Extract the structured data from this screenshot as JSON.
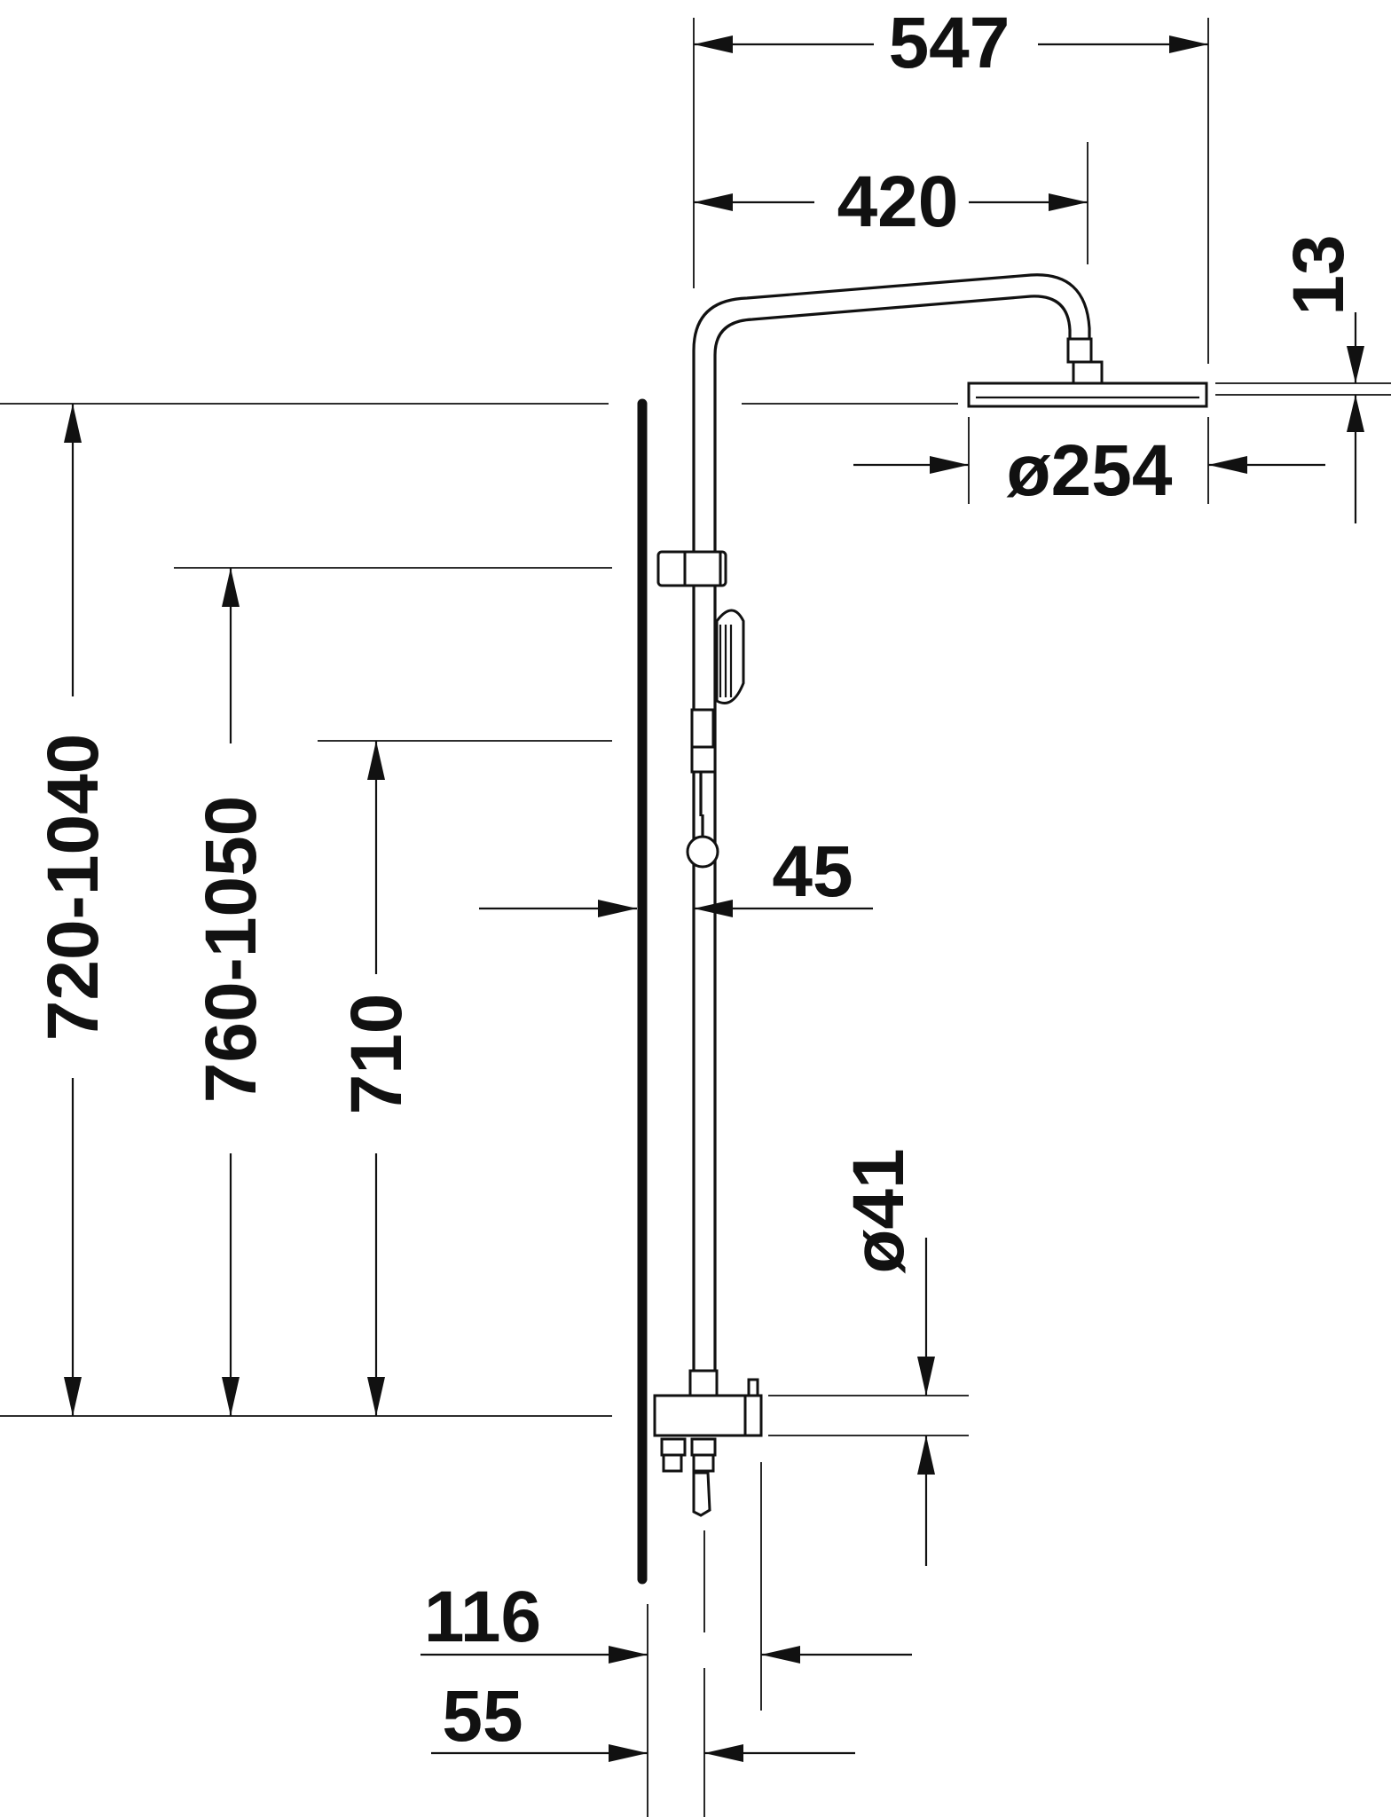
{
  "dimensions": {
    "total_projection": "547",
    "arm_reach": "420",
    "head_thickness": "13",
    "head_diameter": "ø254",
    "range_outer": "720-1040",
    "range_inner": "760-1050",
    "riser_length": "710",
    "wall_gap": "45",
    "riser_diameter": "ø41",
    "mixer_depth": "116",
    "riser_offset": "55"
  }
}
